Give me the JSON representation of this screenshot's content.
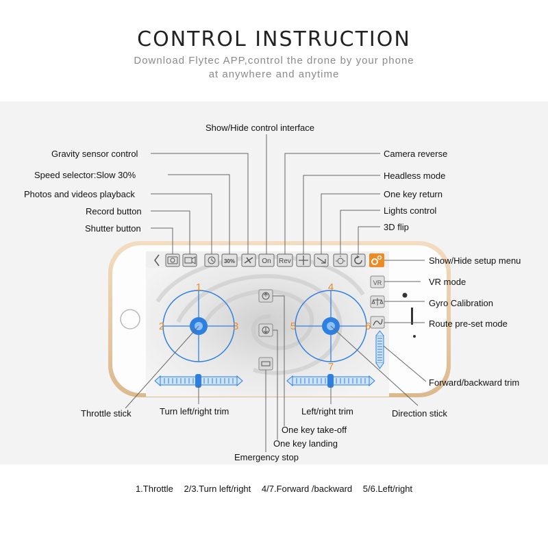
{
  "header": {
    "title": "CONTROL INSTRUCTION",
    "subtitle_line1": "Download Flytec APP,control the drone by your phone",
    "subtitle_line2": "at anywhere and anytime"
  },
  "toolbar": {
    "icons": [
      "back-icon",
      "shutter-icon",
      "record-icon",
      "playback-icon",
      "speed-icon",
      "gravity-icon",
      "on-icon",
      "rev-icon",
      "headless-icon",
      "return-icon",
      "lights-icon",
      "flip-icon",
      "settings-icon"
    ],
    "speed_label": "30%",
    "on_label": "On",
    "rev_label": "Rev"
  },
  "side_buttons": {
    "vr_label": "VR"
  },
  "stick_numbers": {
    "n1": "1",
    "n2": "2",
    "n3": "3",
    "n4": "4",
    "n5": "5",
    "n6": "6",
    "n7": "7"
  },
  "callouts": {
    "show_hide_control": "Show/Hide control interface",
    "gravity_sensor": "Gravity sensor control",
    "speed_selector": "Speed selector:Slow 30%",
    "photos_playback": "Photos and videos playback",
    "record_button": "Record button",
    "shutter_button": "Shutter button",
    "camera_reverse": "Camera reverse",
    "headless_mode": "Headless mode",
    "one_key_return": "One key return",
    "lights_control": "Lights control",
    "flip_3d": "3D flip",
    "setup_menu": "Show/Hide setup menu",
    "vr_mode": "VR mode",
    "gyro_calibration": "Gyro Calibration",
    "route_preset": "Route pre-set mode",
    "forward_trim": "Forward/backward trim",
    "throttle_stick": "Throttle stick",
    "turn_trim": "Turn left/right trim",
    "left_right_trim": "Left/right trim",
    "direction_stick": "Direction stick",
    "takeoff": "One key take-off",
    "landing": "One key landing",
    "emergency": "Emergency stop"
  },
  "legend": {
    "item1": "1.Throttle",
    "item2": "2/3.Turn left/right",
    "item3": "4/7.Forward /backward",
    "item4": "5/6.Left/right"
  },
  "colors": {
    "accent_orange": "#ee8a22",
    "stick_blue": "#2f7fe0",
    "frame_gold": "#e7c9a3"
  }
}
